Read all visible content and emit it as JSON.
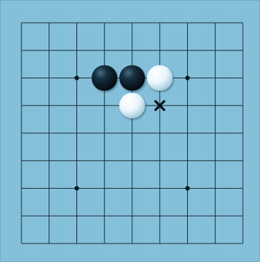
{
  "board": {
    "size": 9,
    "background_color": "#86c1dc",
    "line_color": "#1c2a36"
  },
  "star_points": [
    {
      "col": 2,
      "row": 2
    },
    {
      "col": 6,
      "row": 2
    },
    {
      "col": 2,
      "row": 6
    },
    {
      "col": 6,
      "row": 6
    }
  ],
  "stones": [
    {
      "color": "black",
      "col": 3,
      "row": 2
    },
    {
      "color": "black",
      "col": 4,
      "row": 2
    },
    {
      "color": "white",
      "col": 5,
      "row": 2
    },
    {
      "color": "white",
      "col": 4,
      "row": 3
    }
  ],
  "markers": [
    {
      "type": "cross",
      "col": 5,
      "row": 3
    }
  ]
}
